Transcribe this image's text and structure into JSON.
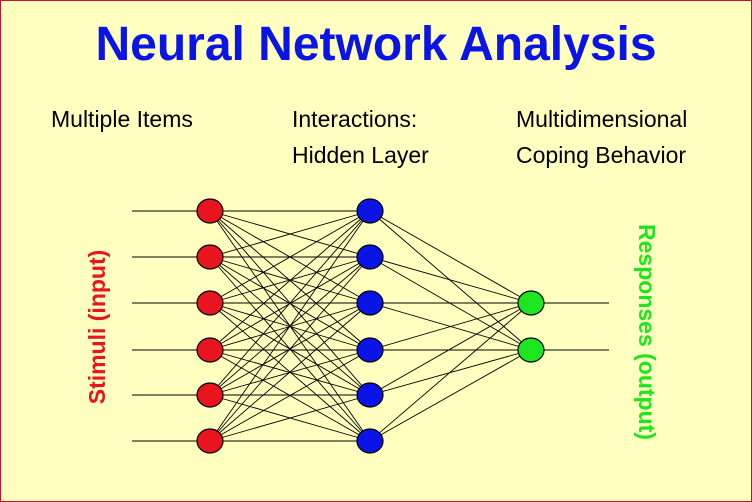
{
  "title": "Neural Network Analysis",
  "column_labels": {
    "input": [
      "Multiple Items"
    ],
    "hidden": [
      "Interactions:",
      "Hidden Layer"
    ],
    "output": [
      "Multidimensional",
      "Coping Behavior"
    ]
  },
  "side_labels": {
    "input": "Stimuli (input)",
    "output": "Responses (output)"
  },
  "network": {
    "layers": [
      {
        "name": "input",
        "node_count": 6,
        "color": "#e8141e"
      },
      {
        "name": "hidden",
        "node_count": 6,
        "color": "#0a14e6"
      },
      {
        "name": "output",
        "node_count": 2,
        "color": "#1ee61e"
      }
    ],
    "fully_connected": true
  },
  "colors": {
    "background": "#ffffc0",
    "border": "#c8102e",
    "title": "#0a14e6",
    "edge": "#000000"
  }
}
